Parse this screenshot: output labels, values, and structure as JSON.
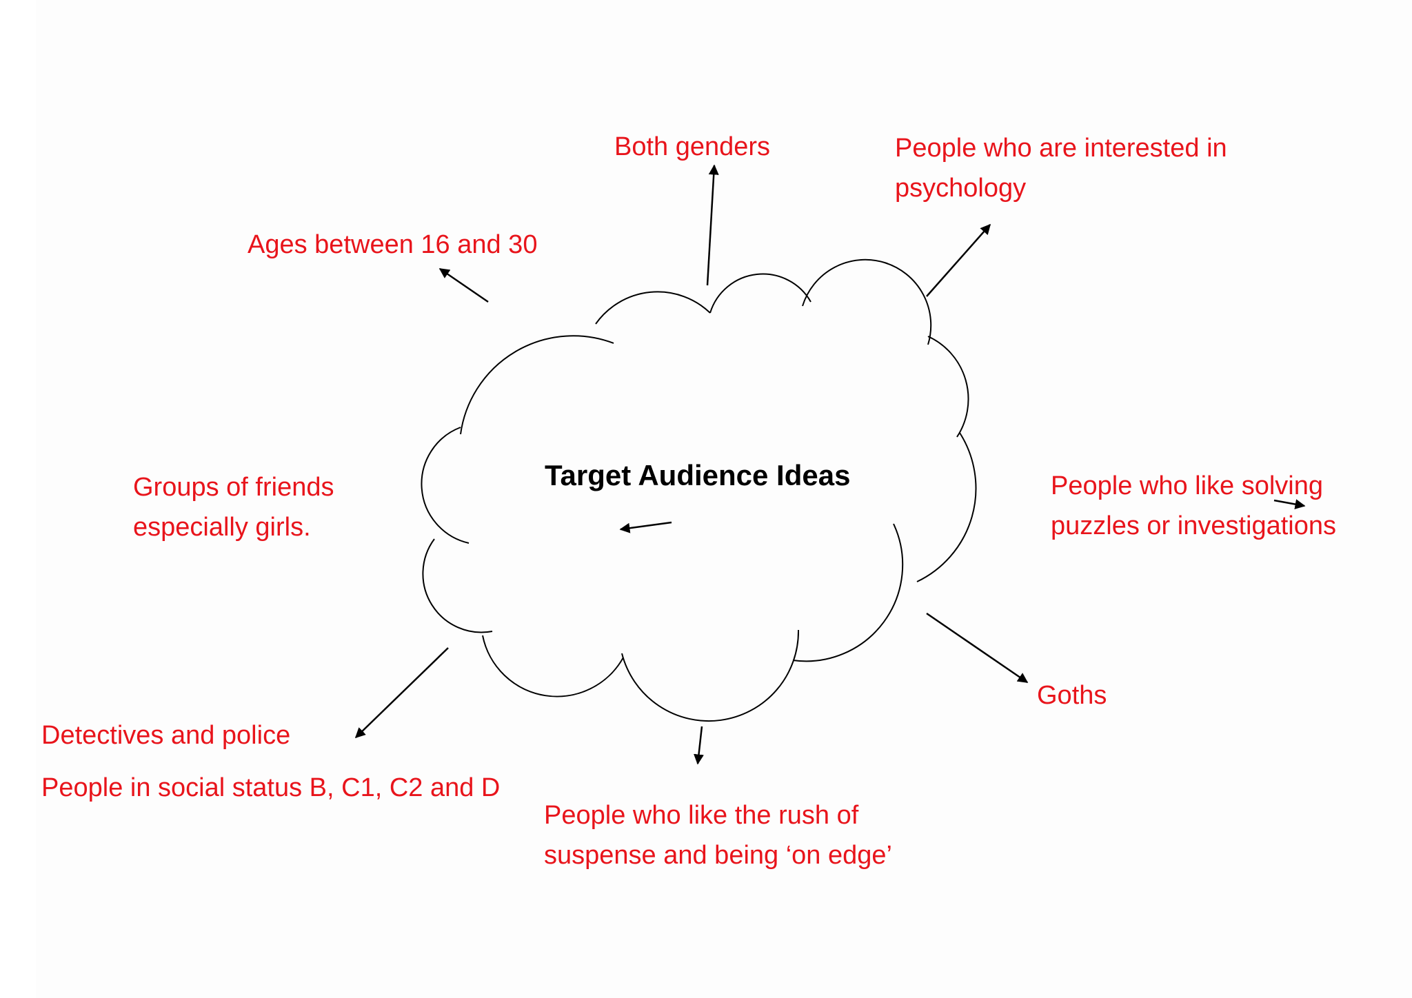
{
  "diagram": {
    "center_title": "Target Audience Ideas",
    "text_color": "#e8141b",
    "line_color": "#000000",
    "labels": {
      "both_genders": [
        "Both genders"
      ],
      "psychology": [
        "People who are interested in",
        "psychology"
      ],
      "ages": [
        "Ages between 16 and 30"
      ],
      "friends": [
        "Groups of friends",
        "especially girls."
      ],
      "puzzles": [
        "People who like solving",
        "puzzles or investigations"
      ],
      "goths": [
        "Goths"
      ],
      "detectives": [
        "Detectives and police"
      ],
      "social_status": [
        "People in social status B, C1, C2 and D"
      ],
      "suspense": [
        "People who like the rush of",
        "suspense and being ‘on edge’"
      ]
    }
  }
}
